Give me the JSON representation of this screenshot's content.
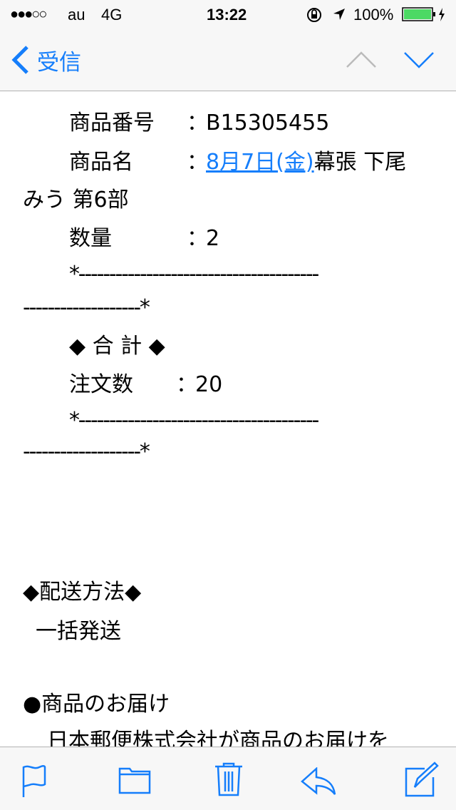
{
  "status_bar": {
    "signal": "●●●○○",
    "carrier": "au",
    "network": "4G",
    "time": "13:22",
    "battery": "100%",
    "battery_color": "#4cd964"
  },
  "nav": {
    "back_label": "受信",
    "accent": "#157efb"
  },
  "body": {
    "product_no_label": "商品番号",
    "product_no_sep": "：",
    "product_no": "B15305455",
    "product_name_label": "商品名",
    "product_name_sep": "：",
    "product_name_link": "8月7日(金)",
    "product_name_rest": "幕張 下尾",
    "product_name_cont": "みう 第6部",
    "qty_label": "数量",
    "qty_sep": "：",
    "qty": "2",
    "divider_a": "*---------------------------------------",
    "divider_b": "-------------------*",
    "total_heading": "◆ 合 計 ◆",
    "orders_label": "注文数",
    "orders_sep": "：",
    "orders": "20",
    "shipping_heading": "◆配送方法◆",
    "shipping_value": "一括発送",
    "delivery_heading": "●商品のお届け",
    "delivery_text": "日本郵便株式会社が商品のお届けを"
  },
  "toolbar": [
    "flag-icon",
    "folder-icon",
    "trash-icon",
    "reply-icon",
    "compose-icon"
  ]
}
